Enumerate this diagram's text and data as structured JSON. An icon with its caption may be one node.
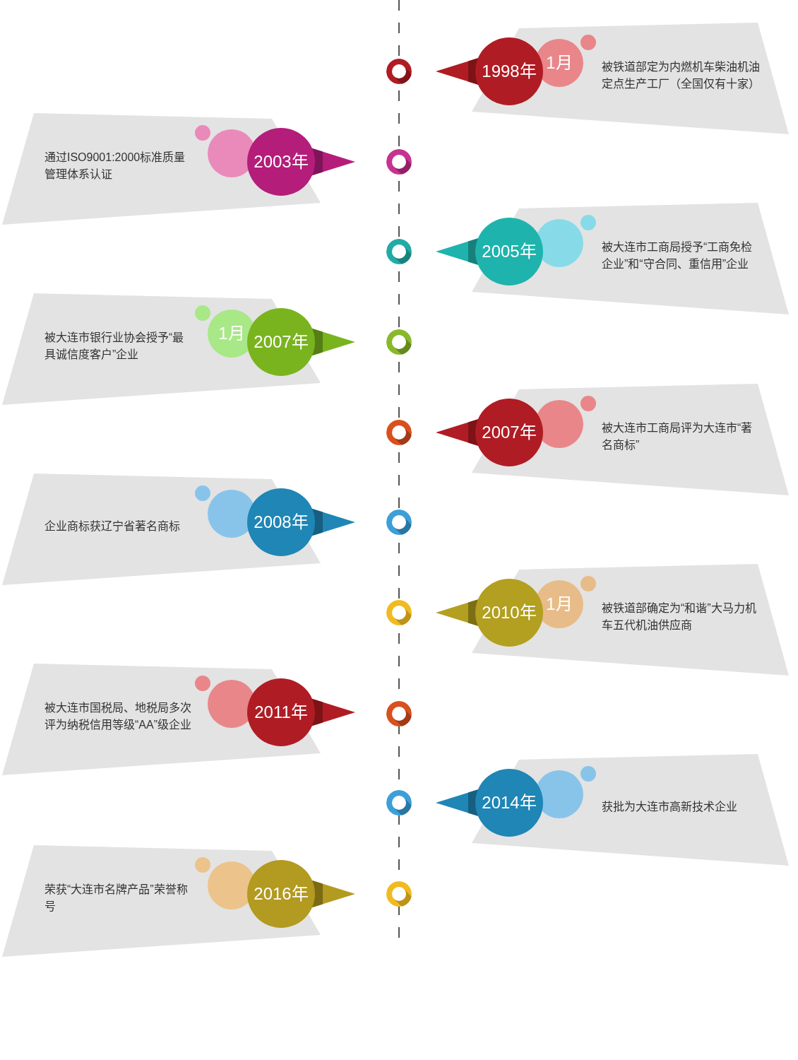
{
  "diagram": {
    "nodes": [
      {
        "text": [
          "1998年"
        ],
        "in": 2
      },
      {
        "text": [
          "1月"
        ],
        "in": 2
      },
      {
        "text": [
          "被铁道部定为内燃机车柴油机油定点生产工厂（全国仅有十家）"
        ]
      },
      {
        "text": [
          "通过ISO9001:2000标准质量管理体系认证"
        ]
      },
      {
        "text": [],
        "shape": "circle",
        "in": 3
      },
      {
        "text": [
          "2003年"
        ],
        "in": 3
      },
      {
        "text": [
          "2005年"
        ],
        "in": 8
      },
      {
        "text": [],
        "shape": "circle",
        "in": 8
      },
      {
        "text": [
          "被大连市工商局授予“工商免检企业”和“守合同、重信用”企业"
        ]
      },
      {
        "text": [
          "被大连市银行业协会授予“最具诚信度客户”企业"
        ]
      },
      {
        "text": [
          "1月"
        ],
        "in": 9
      },
      {
        "text": [
          "2007年"
        ],
        "in": 9
      },
      {
        "text": [
          "2007年"
        ],
        "in": 14
      },
      {
        "text": [],
        "shape": "circle",
        "in": 14
      },
      {
        "text": [
          "被大连市工商局评为大连市“著名商标”"
        ]
      },
      {
        "text": [
          "企业商标获辽宁省著名商标"
        ]
      },
      {
        "text": [],
        "shape": "circle",
        "in": 15
      },
      {
        "text": [
          "2008年"
        ],
        "in": 15
      },
      {
        "text": [
          "2010年"
        ],
        "in": 20
      },
      {
        "text": [
          "1月"
        ],
        "in": 20
      },
      {
        "text": [
          "被铁道部确定为“和谐”大马力机车五代机油供应商"
        ]
      },
      {
        "text": [
          "被大连市国税局、地税局多次评为纳税信用等级“AA”级企业"
        ]
      },
      {
        "text": [],
        "shape": "circle",
        "in": 21
      },
      {
        "text": [
          "2011年"
        ],
        "in": 21
      },
      {
        "text": [
          "2014年"
        ],
        "in": 26
      },
      {
        "text": [],
        "shape": "circle",
        "in": 26
      },
      {
        "text": [
          "获批为大连市高新技术企业"
        ]
      },
      {
        "text": [
          "荣获“大连市名牌产品”荣誉称号"
        ]
      },
      {
        "text": [],
        "shape": "circle",
        "in": 27
      },
      {
        "text": [
          "2016年"
        ],
        "in": 27
      }
    ]
  }
}
